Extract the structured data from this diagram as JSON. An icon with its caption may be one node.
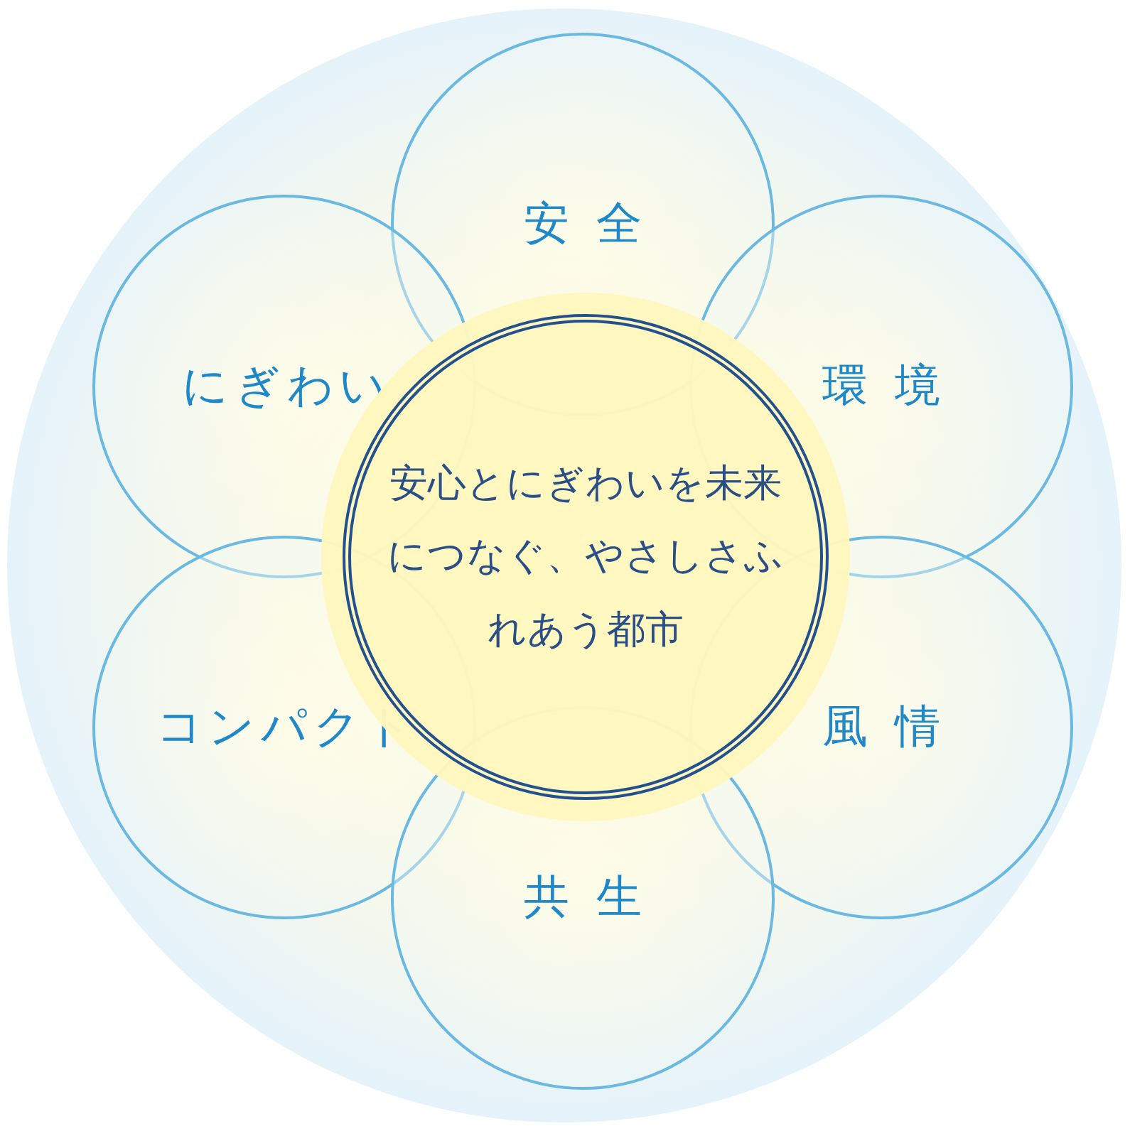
{
  "diagram": {
    "nodes": [
      {
        "text": [],
        "shape": "circle"
      },
      {
        "text": [
          "安全"
        ],
        "in": 0
      },
      {
        "text": [
          "にぎわい"
        ],
        "in": 0
      },
      {
        "text": [
          "環境"
        ],
        "in": 0
      },
      {
        "text": [
          "安心とにぎわいを未来につなぐ、やさしさふれあう都市"
        ],
        "in": 0
      },
      {
        "text": [
          "コンパクト"
        ],
        "in": 0
      },
      {
        "text": [
          "風情"
        ],
        "in": 0
      },
      {
        "text": [
          "共生"
        ],
        "in": 0
      }
    ]
  }
}
